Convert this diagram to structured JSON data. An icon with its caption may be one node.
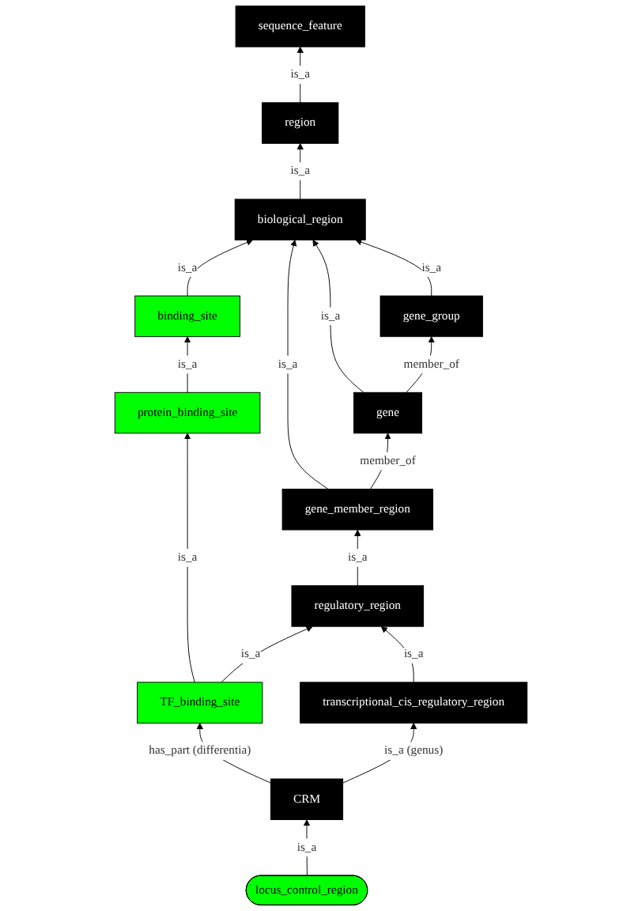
{
  "diagram": {
    "nodes": [
      {
        "text": [
          "sequence_feature"
        ]
      },
      {
        "text": [
          "region"
        ]
      },
      {
        "text": [
          "biological_region"
        ]
      },
      {
        "text": [
          "gene_group"
        ]
      },
      {
        "text": [
          "binding_site"
        ]
      },
      {
        "text": [
          "gene"
        ]
      },
      {
        "text": [
          "protein_binding_site"
        ]
      },
      {
        "text": [
          "gene_member_region"
        ]
      },
      {
        "text": [
          "regulatory_region"
        ]
      },
      {
        "text": [
          "TF_binding_site"
        ]
      },
      {
        "text": [
          "transcriptional_cis_regulatory_region"
        ]
      },
      {
        "text": [
          "CRM"
        ]
      },
      {
        "text": [
          "locus_control_region"
        ]
      }
    ],
    "edges": [
      {
        "from": 1,
        "to": 0,
        "arrow": "to",
        "label": "is_a"
      },
      {
        "from": 2,
        "to": 1,
        "arrow": "to",
        "label": "is_a"
      },
      {
        "from": 3,
        "to": 2,
        "arrow": "to",
        "label": "is_a"
      },
      {
        "from": 4,
        "to": 2,
        "arrow": "to",
        "label": "is_a"
      },
      {
        "from": 5,
        "to": 2,
        "arrow": "to",
        "label": "is_a"
      },
      {
        "from": 5,
        "to": 3,
        "arrow": "to",
        "label": "member_of"
      },
      {
        "from": 7,
        "to": 2,
        "arrow": "to",
        "label": "is_a"
      },
      {
        "from": 7,
        "to": 5,
        "arrow": "to",
        "label": "member_of"
      },
      {
        "from": 6,
        "to": 4,
        "arrow": "to",
        "label": "is_a"
      },
      {
        "from": 8,
        "to": 7,
        "arrow": "to",
        "label": "is_a"
      },
      {
        "from": 9,
        "to": 6,
        "arrow": "to",
        "label": "is_a"
      },
      {
        "from": 9,
        "to": 8,
        "arrow": "to",
        "label": "is_a"
      },
      {
        "from": 10,
        "to": 8,
        "arrow": "to",
        "label": "is_a"
      },
      {
        "from": 11,
        "to": 9,
        "arrow": "to",
        "label": "has_part (differentia)"
      },
      {
        "from": 11,
        "to": 10,
        "arrow": "to",
        "label": "is_a (genus)"
      },
      {
        "from": 12,
        "to": 11,
        "arrow": "to",
        "label": "is_a"
      }
    ]
  }
}
